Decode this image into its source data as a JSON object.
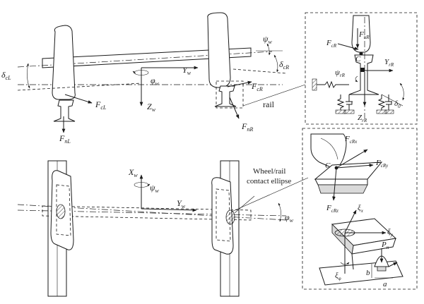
{
  "labels": {
    "delta_cL": "δ",
    "delta_cL_sub": "cL",
    "delta_cR": "δ",
    "delta_cR_sub": "cR",
    "psi_w": "ψ",
    "psi_w_sub": "w",
    "Y_w": "Y",
    "Y_w_sub": "w",
    "phi_w": "φ",
    "phi_w_sub": "w",
    "Z_w": "Z",
    "Z_w_sub": "w",
    "F_cL": "F",
    "F_cL_sub": "cL",
    "F_nL": "F",
    "F_nL_sub": "nL",
    "F_cR": "F",
    "F_cR_sub": "cR",
    "F_nR": "F",
    "F_nR_sub": "nR",
    "rail": "rail",
    "inset_FcR": "F",
    "inset_FcR_sub": "cR",
    "inset_FnR": "F",
    "inset_FnR_sub": "nR",
    "inset_C": "C",
    "inset_YrR": "Y",
    "inset_YrR_sub": "rR",
    "inset_psirR": "ψ",
    "inset_psirR_sub": "rR",
    "inset_ZrR": "Z",
    "inset_ZrR_sub": "rR",
    "inset_delta0": "δ",
    "inset_delta0_sub": "0",
    "X_w": "X",
    "X_w_sub": "w",
    "psi_w2": "ψ",
    "psi_w2_sub": "w",
    "Y_w2": "Y",
    "Y_w2_sub": "w",
    "phi_w2": "φ",
    "phi_w2_sub": "w",
    "contact_1": "Wheel/rail",
    "contact_2": "contact ellipse",
    "FcRx": "F",
    "FcRx_sub": "cRx",
    "FcRy": "F",
    "FcRy_sub": "cRy",
    "FcRz": "F",
    "FcRz_sub": "cRz",
    "C2": "C",
    "xi_x": "ξ",
    "xi_x_sub": "x",
    "xi_y": "ξ",
    "xi_y_sub": "y",
    "xi_phi": "ξ",
    "xi_phi_sub": "φ",
    "Pn": "P",
    "Pn_sub": "n",
    "b": "b",
    "a": "a"
  }
}
